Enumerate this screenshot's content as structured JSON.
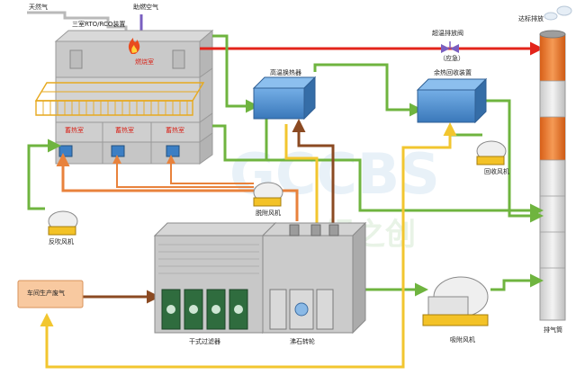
{
  "labels": {
    "natural_gas": "天然气",
    "combustion_air": "助燃空气",
    "rto_device": "三室RTO/RCO装置",
    "combustion_chamber": "燃烧室",
    "heat_storage": "蓄热室",
    "high_temp_exchanger": "高温换热器",
    "waste_heat_recovery": "余热回收装置",
    "over_temp_valve": "超温排放阀",
    "valve_note": "（应急）",
    "compliance_discharge": "达标排放",
    "recovery_fan": "回收风机",
    "desorption_fan": "脱附风机",
    "backflush_fan": "反吹风机",
    "workshop_exhaust": "车间生产废气",
    "dry_filter": "干式过滤器",
    "zeolite_rotor": "沸石转轮",
    "suction_fan": "吸附风机",
    "chimney": "排气筒",
    "watermark_cn": "绿之创"
  },
  "colors": {
    "green_flow": "#6fb43f",
    "red_flow": "#e3241b",
    "orange_flow": "#e8823c",
    "brown_flow": "#8b4a22",
    "yellow_flow": "#f2c62f",
    "gray_flow": "#b9b9b9",
    "chimney_orange": "#e8742a",
    "exchanger_blue": "#4e8fd1",
    "fan_yellow": "#f3c227"
  }
}
